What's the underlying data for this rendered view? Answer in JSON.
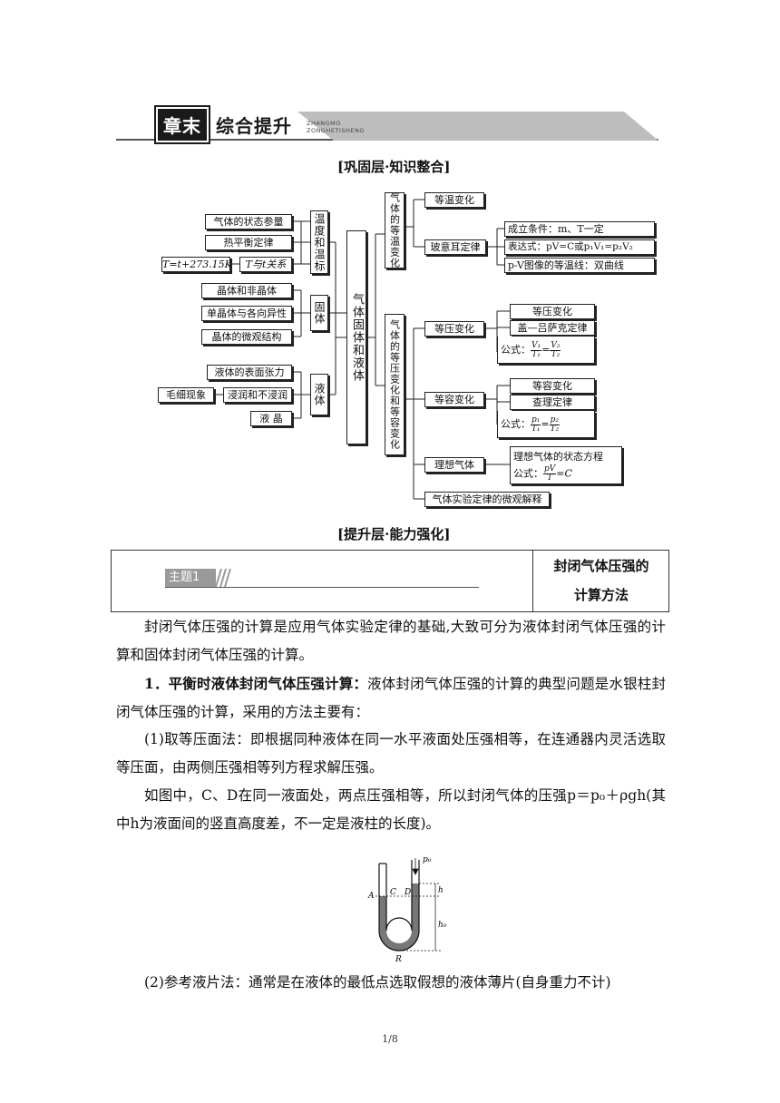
{
  "header": {
    "badge_black": "章末",
    "badge_plain": "综合提升",
    "pinyin_line1": "ZHANGMO",
    "pinyin_line2": "ZONGHETISHENG"
  },
  "section1": {
    "title": "[巩固层·知识整合]"
  },
  "mindmap": {
    "center": "气体固体和液体",
    "left_temp": {
      "group": "温度和温标",
      "items": [
        "气体的状态参量",
        "热平衡定律",
        "T与t关系"
      ],
      "formula": "T=t+273.15K"
    },
    "left_solid": {
      "group": "固体",
      "items": [
        "晶体和非晶体",
        "单晶体与各向异性",
        "晶体的微观结构"
      ]
    },
    "left_liquid": {
      "group": "液体",
      "items": [
        "液体的表面张力",
        "浸润和不浸润",
        "液 晶"
      ],
      "extra": "毛细现象"
    },
    "right_iso": {
      "group": "气体的等温变化",
      "items": [
        "等温变化",
        "玻意耳定律"
      ],
      "law_details": [
        "成立条件：m、T一定",
        "表达式：pV=C或p₁V₁=p₂V₂",
        "p-V图像的等温线：双曲线"
      ]
    },
    "right_other": {
      "group": "气体的等压变化和等容变化",
      "isobaric": {
        "label": "等压变化",
        "details": [
          "等压变化",
          "盖—吕萨克定律"
        ],
        "formula_prefix": "公式：",
        "frac_left_num": "V₁",
        "frac_left_den": "T₁",
        "frac_right_num": "V₂",
        "frac_right_den": "T₂"
      },
      "isochoric": {
        "label": "等容变化",
        "details": [
          "等容变化",
          "查理定律"
        ],
        "formula_prefix": "公式：",
        "frac_left_num": "p₁",
        "frac_left_den": "T₁",
        "frac_right_num": "p₂",
        "frac_right_den": "T₂"
      },
      "ideal": {
        "label": "理想气体",
        "detail_line1": "理想气体的状态方程",
        "formula_prefix": "公式：",
        "frac_num": "pV",
        "frac_den": "T",
        "frac_rhs": "=C"
      },
      "micro": "气体实验定律的微观解释"
    }
  },
  "section2": {
    "title": "[提升层·能力强化]"
  },
  "topic": {
    "label": "主题1",
    "title_line1": "封闭气体压强的",
    "title_line2": "计算方法"
  },
  "body": {
    "p1": "封闭气体压强的计算是应用气体实验定律的基础,大致可分为液体封闭气体压强的计算和固体封闭气体压强的计算。",
    "p2_bold": "1．平衡时液体封闭气体压强计算：",
    "p2_rest": "液体封闭气体压强的计算的典型问题是水银柱封闭气体压强的计算，采用的方法主要有：",
    "p3": "(1)取等压面法：即根据同种液体在同一水平液面处压强相等，在连通器内灵活选取等压面，由两侧压强相等列方程求解压强。",
    "p4": "如图中，C、D在同一液面处，两点压强相等，所以封闭气体的压强p＝p₀＋ρgh(其中h为液面间的竖直高度差，不一定是液柱的长度)。",
    "p5": "(2)参考液片法：通常是在液体的最低点选取假想的液体薄片(自身重力不计)"
  },
  "figure": {
    "label_p0": "p₀",
    "label_h": "h",
    "label_h0": "h₀",
    "label_A": "A",
    "label_C": "C",
    "label_D": "D",
    "label_R": "R"
  },
  "footer": {
    "page": "1/8"
  }
}
